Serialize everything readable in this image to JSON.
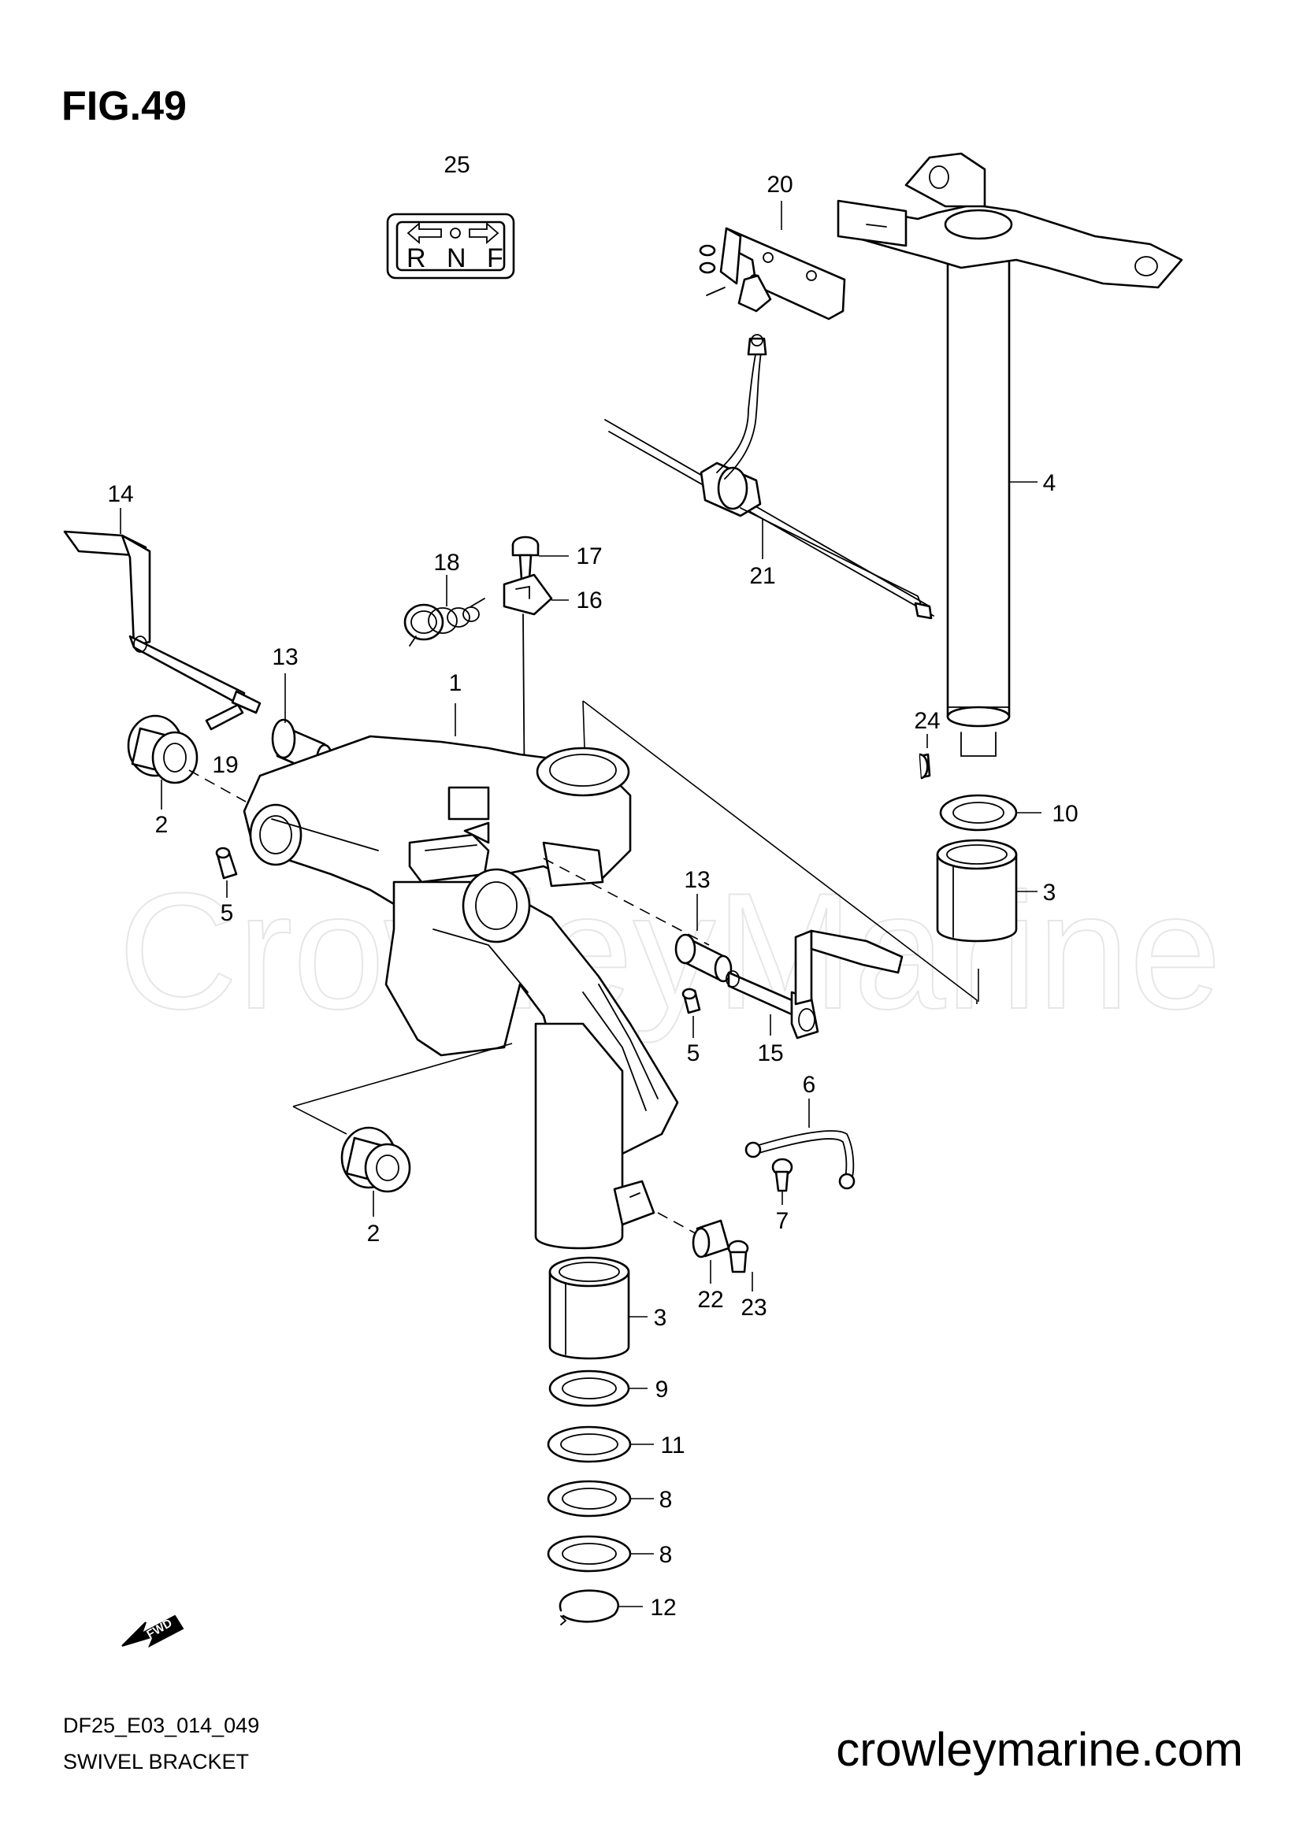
{
  "figure": {
    "title": "FIG.49",
    "code": "DF25_E03_014_049",
    "name": "SWIVEL BRACKET",
    "website": "crowleymarine.com",
    "watermark": "CrowleyMarine"
  },
  "shift_plate": {
    "letters": [
      "R",
      "N",
      "F"
    ]
  },
  "fwd_label": "FWD",
  "callouts": [
    {
      "id": "c-25",
      "label": "25"
    },
    {
      "id": "c-20",
      "label": "20"
    },
    {
      "id": "c-4",
      "label": "4"
    },
    {
      "id": "c-14",
      "label": "14"
    },
    {
      "id": "c-18",
      "label": "18"
    },
    {
      "id": "c-17",
      "label": "17"
    },
    {
      "id": "c-16",
      "label": "16"
    },
    {
      "id": "c-21",
      "label": "21"
    },
    {
      "id": "c-13a",
      "label": "13"
    },
    {
      "id": "c-1",
      "label": "1"
    },
    {
      "id": "c-19",
      "label": "19"
    },
    {
      "id": "c-2a",
      "label": "2"
    },
    {
      "id": "c-5a",
      "label": "5"
    },
    {
      "id": "c-24",
      "label": "24"
    },
    {
      "id": "c-10",
      "label": "10"
    },
    {
      "id": "c-3a",
      "label": "3"
    },
    {
      "id": "c-13b",
      "label": "13"
    },
    {
      "id": "c-5b",
      "label": "5"
    },
    {
      "id": "c-15",
      "label": "15"
    },
    {
      "id": "c-6",
      "label": "6"
    },
    {
      "id": "c-7",
      "label": "7"
    },
    {
      "id": "c-2b",
      "label": "2"
    },
    {
      "id": "c-22",
      "label": "22"
    },
    {
      "id": "c-23",
      "label": "23"
    },
    {
      "id": "c-3b",
      "label": "3"
    },
    {
      "id": "c-9",
      "label": "9"
    },
    {
      "id": "c-11",
      "label": "11"
    },
    {
      "id": "c-8a",
      "label": "8"
    },
    {
      "id": "c-8b",
      "label": "8"
    },
    {
      "id": "c-12",
      "label": "12"
    }
  ]
}
